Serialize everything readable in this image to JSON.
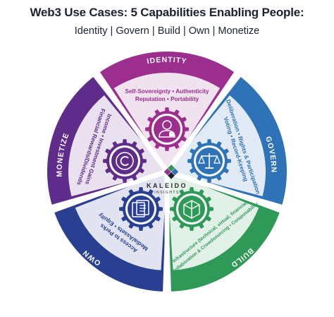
{
  "title": "Web3 Use Cases: 5 Capabilities Enabling People:",
  "subtitle": "Identity | Govern | Build | Own | Monetize",
  "logo": {
    "name": "KALEIDO",
    "sub": "INSIGHTS"
  },
  "segments": {
    "identity": {
      "title": "IDENTITY",
      "line1": "Self-Sovereignty • Authenticity",
      "line2": "Reputation • Portability",
      "color": "#9c2f8e",
      "icon": "person-lock-icon"
    },
    "govern": {
      "title": "GOVERN",
      "line1": "Deliberation • Rights & Participation",
      "line2": "Voting • Record-Keeping",
      "color": "#2e72b8",
      "icon": "scales-icon"
    },
    "build": {
      "title": "BUILD",
      "line1": "Infrastructure (technical, virtual, financial)",
      "line2": "Collaboration & Crowdsourcing • Composability",
      "color": "#2f9a58",
      "icon": "cube-icon"
    },
    "own": {
      "title": "OWN",
      "line1": "Access to Perks",
      "line2": "Media/Assets • Equity",
      "color": "#283f92",
      "icon": "document-stack-icon"
    },
    "monetize": {
      "title": "MONETIZE",
      "line1": "Income • Investment Gains",
      "line2": "Financial Rewards/Dividends",
      "color": "#5f2c8c",
      "icon": "copyright-icon"
    }
  }
}
